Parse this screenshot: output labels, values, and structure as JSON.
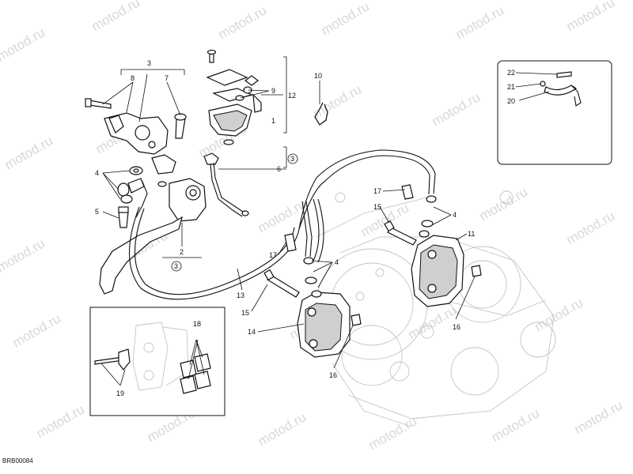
{
  "diagram": {
    "code": "BRB00084",
    "watermark": "motod.ru",
    "callouts": {
      "n1": "1",
      "n2": "2",
      "n3": "3",
      "n4a": "4",
      "n4b": "4",
      "n4c": "4",
      "n5": "5",
      "n6": "6",
      "n7": "7",
      "n8": "8",
      "n9": "9",
      "n10": "10",
      "n11": "11",
      "n12": "12",
      "n13": "13",
      "n14": "14",
      "n15a": "15",
      "n15b": "15",
      "n16a": "16",
      "n16b": "16",
      "n17a": "17",
      "n17b": "17",
      "n18": "18",
      "n19": "19",
      "n20": "20",
      "n21": "21",
      "n22": "22",
      "n3b": "3"
    }
  },
  "colors": {
    "ink": "#111111",
    "watermark": "#d8d8d8",
    "background": "#ffffff"
  }
}
